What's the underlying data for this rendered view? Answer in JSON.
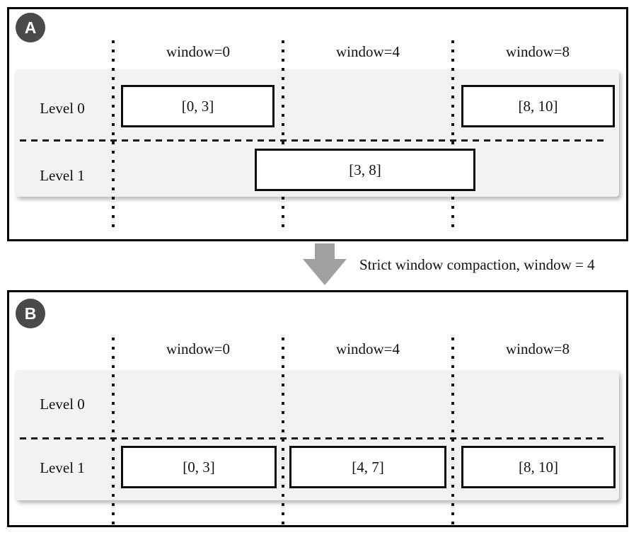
{
  "transition": {
    "label": "Strict window compaction, window = 4"
  },
  "panels": [
    {
      "badge": "A",
      "columns": [
        "window=0",
        "window=4",
        "window=8"
      ],
      "levels": [
        "Level 0",
        "Level 1"
      ],
      "level0_boxes": [
        "[0, 3]",
        "[8, 10]"
      ],
      "level1_boxes": [
        "[3, 8]"
      ]
    },
    {
      "badge": "B",
      "columns": [
        "window=0",
        "window=4",
        "window=8"
      ],
      "levels": [
        "Level 0",
        "Level 1"
      ],
      "level0_boxes": [],
      "level1_boxes": [
        "[0, 3]",
        "[4, 7]",
        "[8, 10]"
      ]
    }
  ],
  "colors": {
    "band": "#f2f2f2",
    "badge": "#4a4a4a",
    "arrow": "#a0a0a0",
    "line": "#000000",
    "box_border": "#0d0d0d"
  }
}
